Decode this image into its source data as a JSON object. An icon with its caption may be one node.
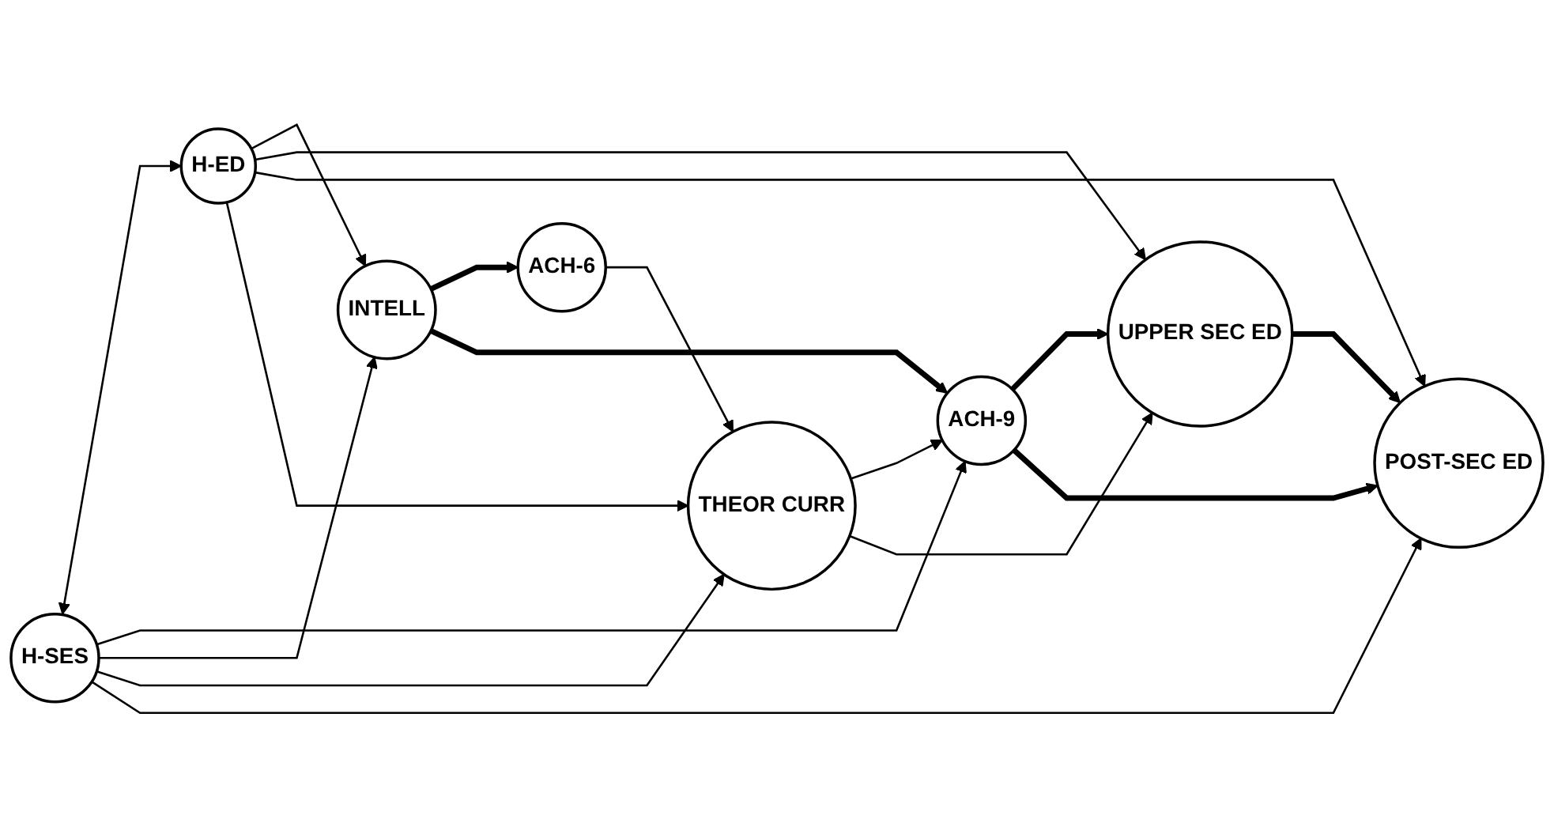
{
  "diagram": {
    "nodes": [
      {
        "text": [
          "H-SES"
        ]
      },
      {
        "text": [
          "H-ED"
        ]
      },
      {
        "text": [
          "INTELL"
        ]
      },
      {
        "text": [
          "ACH-6"
        ]
      },
      {
        "text": [
          "ACH-9"
        ]
      },
      {
        "text": [
          "THEOR CURR"
        ]
      },
      {
        "text": [
          "UPPER SEC ED"
        ]
      },
      {
        "text": [
          "POST-SEC ED"
        ]
      }
    ],
    "edges": [
      {
        "from": 0,
        "to": 1,
        "arrow": "both"
      },
      {
        "from": 0,
        "to": 4,
        "arrow": "to"
      },
      {
        "from": 0,
        "to": 2,
        "arrow": "to"
      },
      {
        "from": 0,
        "to": 5,
        "arrow": "to"
      },
      {
        "from": 0,
        "to": 7,
        "arrow": "to"
      },
      {
        "from": 1,
        "to": 2,
        "arrow": "to"
      },
      {
        "from": 1,
        "to": 6,
        "arrow": "to"
      },
      {
        "from": 1,
        "to": 7,
        "arrow": "to"
      },
      {
        "from": 1,
        "to": 5,
        "arrow": "to"
      },
      {
        "from": 2,
        "to": 3,
        "arrow": "to",
        "style": "thick"
      },
      {
        "from": 2,
        "to": 4,
        "arrow": "to",
        "style": "thick"
      },
      {
        "from": 3,
        "to": 5,
        "arrow": "to"
      },
      {
        "from": 5,
        "to": 4,
        "arrow": "to"
      },
      {
        "from": 5,
        "to": 6,
        "arrow": "to"
      },
      {
        "from": 4,
        "to": 6,
        "arrow": "to",
        "style": "thick"
      },
      {
        "from": 4,
        "to": 7,
        "arrow": "to",
        "style": "thick"
      },
      {
        "from": 6,
        "to": 7,
        "arrow": "to",
        "style": "thick"
      }
    ]
  }
}
